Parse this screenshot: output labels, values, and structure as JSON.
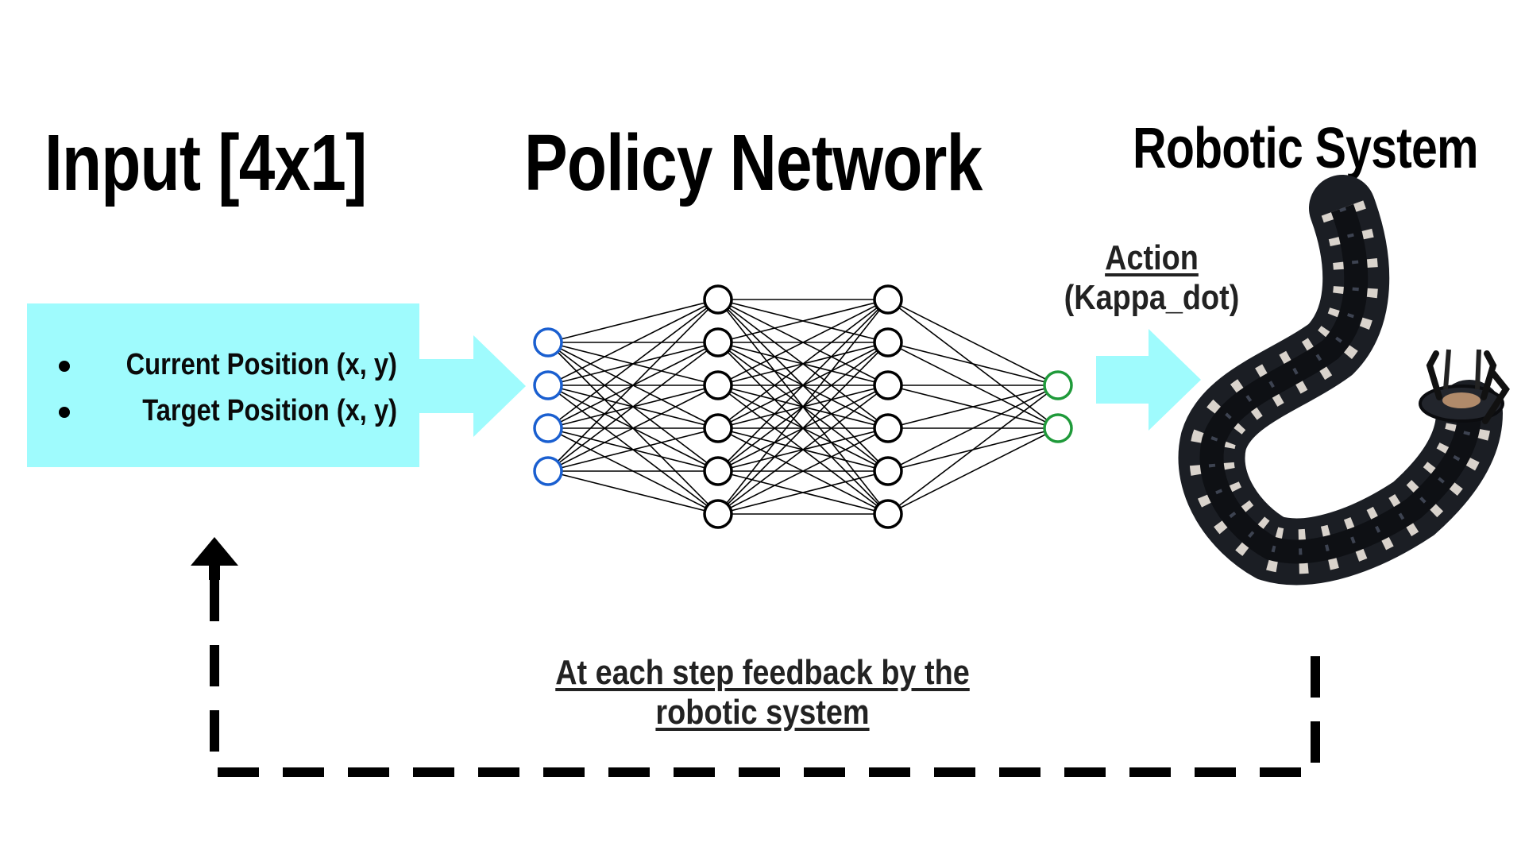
{
  "titles": {
    "input": "Input [4x1]",
    "policy": "Policy Network",
    "robot": "Robotic System"
  },
  "input_box": {
    "items": [
      "Current Position (x, y)",
      "Target Position (x, y)"
    ],
    "color": "#9ffbfd"
  },
  "action": {
    "label": "Action",
    "sub": "(Kappa_dot)"
  },
  "feedback": {
    "label": "At each step feedback by the robotic system"
  },
  "network": {
    "layers": [
      4,
      6,
      6,
      2
    ],
    "input_color": "#1a5fd0",
    "hidden_color": "#000000",
    "output_color": "#1f9a3a"
  },
  "colors": {
    "arrow": "#9ffbfd",
    "feedback_line": "#000000",
    "robot_body": "#1b1e24"
  }
}
